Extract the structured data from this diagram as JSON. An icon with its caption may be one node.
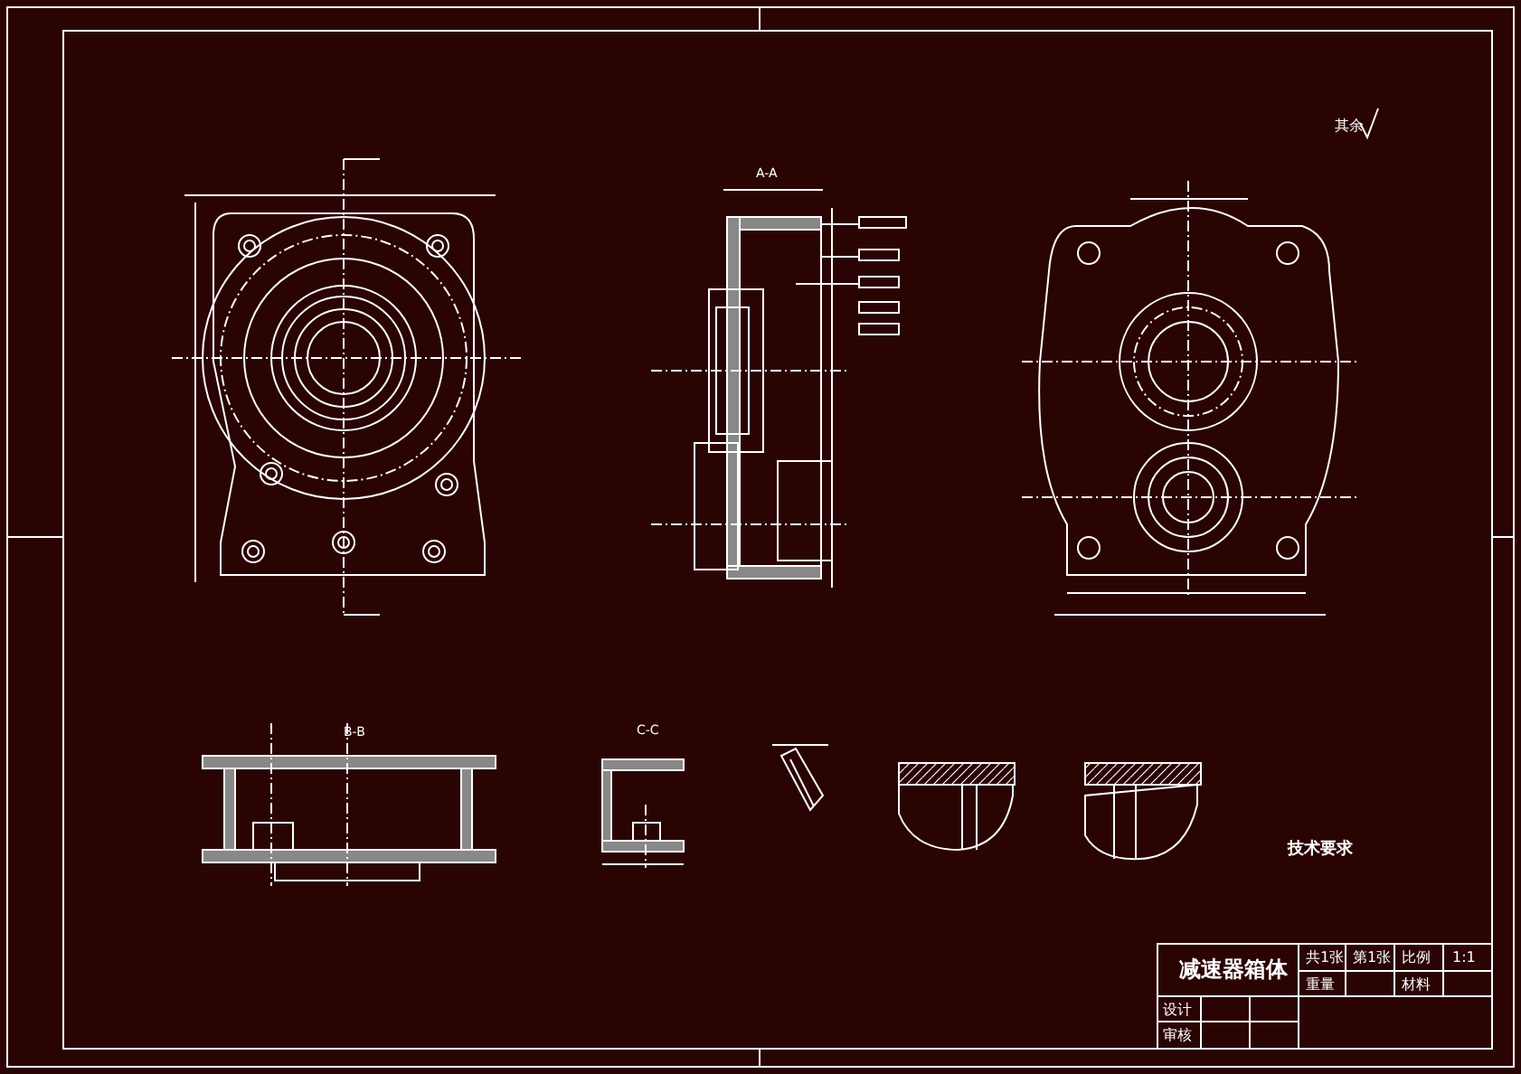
{
  "diagram": {
    "labels": [
      "其余",
      "A-A",
      "B-B",
      "C-C",
      "技术要求",
      "减速器箱体",
      "共1张",
      "第1张",
      "比例",
      "1:1",
      "重量",
      "材料",
      "设计",
      "审核"
    ]
  }
}
